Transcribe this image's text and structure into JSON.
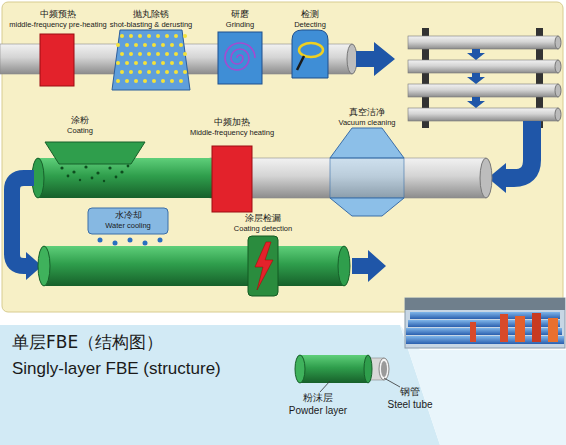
{
  "diagram": {
    "nodes": [
      {
        "text": [
          "中频预热",
          "middle-frequency pre-heating"
        ]
      },
      {
        "text": [
          "抛丸除锈",
          "shot-blasting & derusting"
        ]
      },
      {
        "text": [
          "研磨",
          "Grinding"
        ]
      },
      {
        "text": [
          "检测",
          "Detecting"
        ]
      },
      {
        "text": [
          "涂粉",
          "Coating"
        ]
      },
      {
        "text": [
          "中频加热",
          "Middle-frequency heating"
        ]
      },
      {
        "text": [
          "真空洁净",
          "Vacuum cleaning"
        ]
      },
      {
        "text": [
          "水冷却",
          "Water cooling"
        ]
      },
      {
        "text": [
          "涂层检漏",
          "Coating detection"
        ]
      }
    ],
    "labels": [
      "单层FBE（结构图）",
      "Singly-layer FBE (structure)",
      "粉沫层",
      "Powder layer",
      "钢管",
      "Steel tube"
    ]
  }
}
